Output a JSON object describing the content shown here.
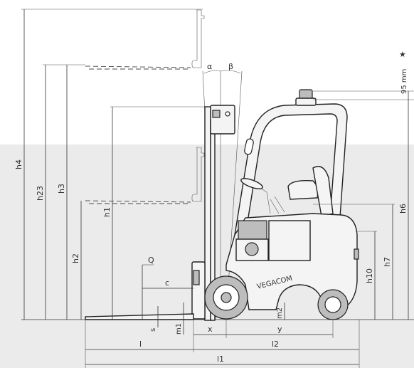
{
  "brand_text": "VEGACOM",
  "labels": {
    "h4": "h4",
    "h23": "h23",
    "h3": "h3",
    "h2": "h2",
    "h1": "h1",
    "h6": "h6",
    "h7": "h7",
    "h10": "h10",
    "alpha": "α",
    "beta": "β",
    "mm95": "95 mm",
    "star": "★",
    "Q": "Q",
    "c": "c",
    "s": "s",
    "m1": "m1",
    "m2": "m2",
    "x": "x",
    "y": "y",
    "l": "l",
    "l2": "l2",
    "l1": "l1"
  },
  "colors": {
    "background_band": "#ebebeb",
    "line": "#333333"
  }
}
